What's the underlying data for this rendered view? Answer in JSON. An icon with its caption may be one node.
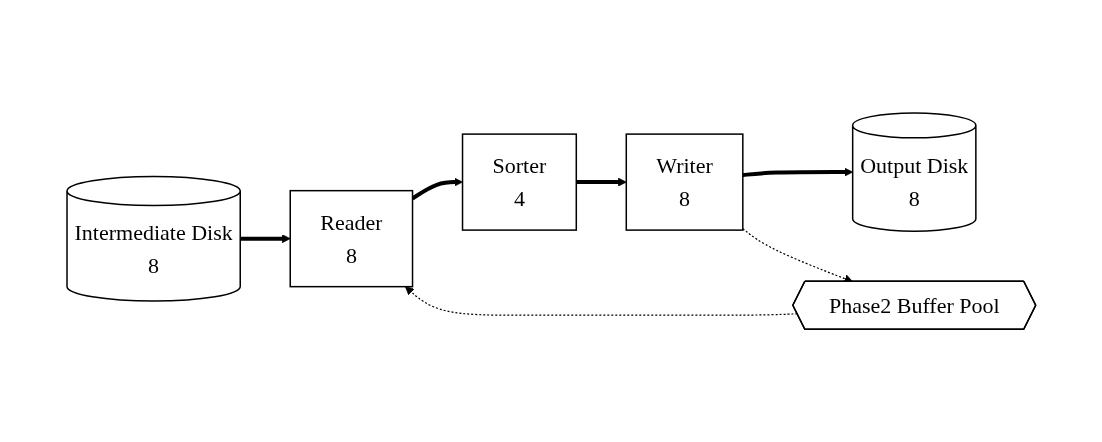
{
  "diagram": {
    "nodes": [
      {
        "text": [
          "Intermediate Disk",
          "8"
        ]
      },
      {
        "text": [
          "Reader",
          "8"
        ]
      },
      {
        "text": [
          "Sorter",
          "4"
        ]
      },
      {
        "text": [
          "Writer",
          "8"
        ]
      },
      {
        "text": [
          "Output Disk",
          "8"
        ]
      },
      {
        "text": [
          "Phase2 Buffer Pool"
        ]
      }
    ],
    "edges": [
      {
        "from": 0,
        "to": 1,
        "arrow": "to"
      },
      {
        "from": 1,
        "to": 2,
        "arrow": "to"
      },
      {
        "from": 2,
        "to": 3,
        "arrow": "to"
      },
      {
        "from": 3,
        "to": 4,
        "arrow": "to"
      },
      {
        "from": 5,
        "to": 1,
        "arrow": "to",
        "style": "dashed"
      },
      {
        "from": 3,
        "to": 5,
        "arrow": "to",
        "style": "dashed"
      }
    ]
  }
}
